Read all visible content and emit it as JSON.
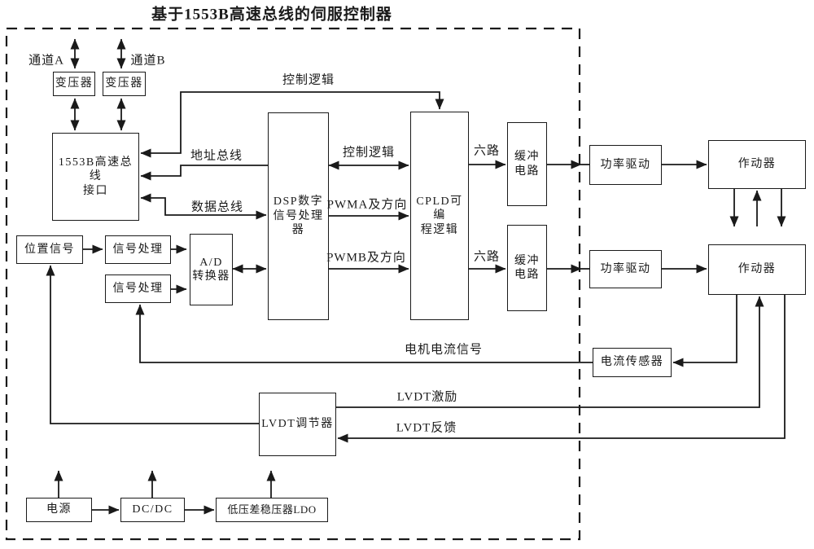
{
  "title": "基于1553B高速总线的伺服控制器",
  "diagram": {
    "channels": {
      "a": "通道A",
      "b": "通道B"
    },
    "blocks": {
      "transformer1": "变压器",
      "transformer2": "变压器",
      "bus_interface": "1553B高速总线\n接口",
      "position_signal": "位置信号",
      "signal_proc1": "信号处理",
      "signal_proc2": "信号处理",
      "adc": "A/D\n转换器",
      "dsp": "DSP数字\n信号处理\n器",
      "cpld": "CPLD可编\n程逻辑",
      "buffer1": "缓冲\n电路",
      "buffer2": "缓冲\n电路",
      "power_drive1": "功率驱动",
      "power_drive2": "功率驱动",
      "actuator1": "作动器",
      "actuator2": "作动器",
      "current_sensor": "电流传感器",
      "lvdt_regulator": "LVDT调节器",
      "power": "电源",
      "dcdc": "DC/DC",
      "ldo": "低压差稳压器LDO"
    },
    "signals": {
      "control_logic_top": "控制逻辑",
      "control_logic_mid": "控制逻辑",
      "address_bus": "地址总线",
      "data_bus": "数据总线",
      "pwma": "PWMA及方向",
      "pwmb": "PWMB及方向",
      "six_way1": "六路",
      "six_way2": "六路",
      "motor_current": "电机电流信号",
      "lvdt_excitation": "LVDT激励",
      "lvdt_feedback": "LVDT反馈"
    },
    "colors": {
      "line": "#1a1a1a",
      "background": "#ffffff",
      "text": "#1a1a1a"
    }
  }
}
